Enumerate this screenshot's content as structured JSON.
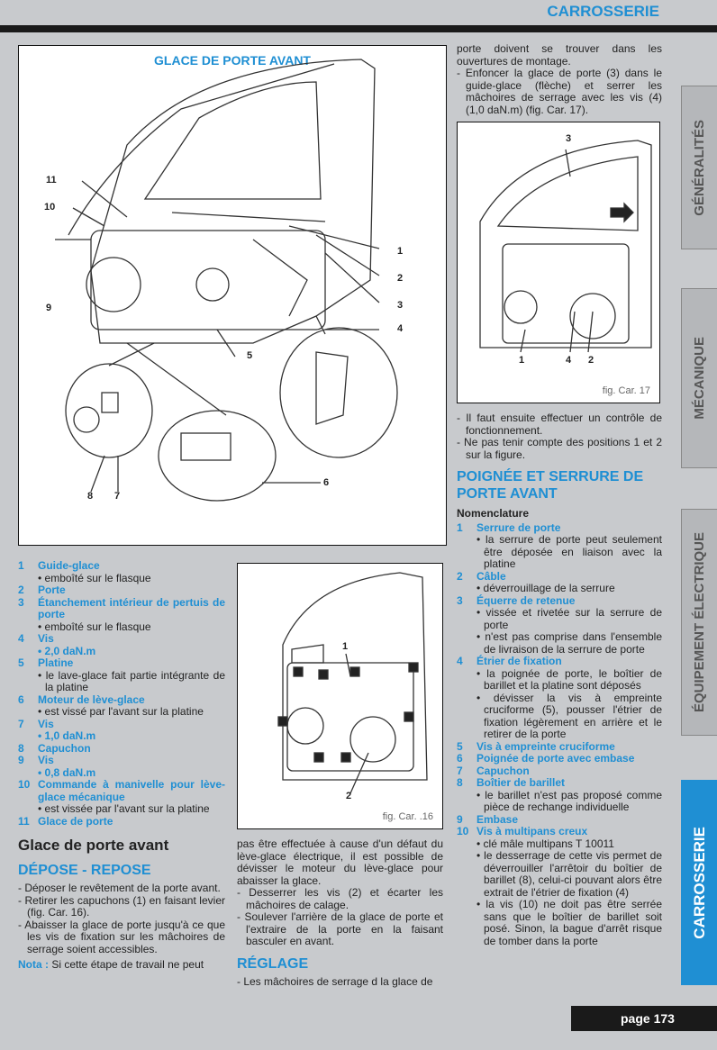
{
  "header": {
    "section": "CARROSSERIE",
    "page": "page 173"
  },
  "tabs": [
    {
      "label": "GÉNÉRALITÉS"
    },
    {
      "label": "MÉCANIQUE"
    },
    {
      "label": "ÉQUIPEMENT ÉLECTRIQUE"
    },
    {
      "label": "CARROSSERIE",
      "active": true
    }
  ],
  "main_figure": {
    "title": "GLACE DE PORTE AVANT",
    "labels": [
      "11",
      "10",
      "9",
      "1",
      "2",
      "3",
      "4",
      "5",
      "6",
      "8",
      "7"
    ]
  },
  "fig16": {
    "caption": "fig. Car. .16",
    "labels": [
      "1",
      "2"
    ]
  },
  "fig17": {
    "caption": "fig. Car. 17",
    "labels": [
      "3",
      "1",
      "4",
      "2"
    ]
  },
  "legend": [
    {
      "n": "1",
      "title": "Guide-glace",
      "notes": [
        "• emboîté sur le flasque"
      ]
    },
    {
      "n": "2",
      "title": "Porte",
      "notes": []
    },
    {
      "n": "3",
      "title": "Étanchement intérieur de pertuis de porte",
      "notes": [
        "• emboîté sur le flasque"
      ]
    },
    {
      "n": "4",
      "title": "Vis",
      "blue_notes": [
        "• 2,0 daN.m"
      ]
    },
    {
      "n": "5",
      "title": "Platine",
      "notes": [
        "• le lave-glace fait partie intégrante de la platine"
      ]
    },
    {
      "n": "6",
      "title": "Moteur de lève-glace",
      "notes": [
        "• est vissé par l'avant sur la platine"
      ]
    },
    {
      "n": "7",
      "title": "Vis",
      "blue_notes": [
        "• 1,0 daN.m"
      ]
    },
    {
      "n": "8",
      "title": "Capuchon"
    },
    {
      "n": "9",
      "title": "Vis",
      "blue_notes": [
        "• 0,8 daN.m"
      ]
    },
    {
      "n": "10",
      "title": "Commande à manivelle pour lève-glace mécanique",
      "notes": [
        "• est vissée par l'avant sur la platine"
      ]
    },
    {
      "n": "11",
      "title": "Glace de porte"
    }
  ],
  "glace": {
    "heading": "Glace de porte avant",
    "depose_heading": "DÉPOSE - REPOSE",
    "steps": [
      "- Déposer le revêtement de la porte avant.",
      "- Retirer les capuchons (1) en faisant levier (fig. Car. 16).",
      "- Abaisser la glace de porte jusqu'à ce que les vis de fixation sur les mâchoires de serrage soient accessibles."
    ],
    "nota_label": "Nota :",
    "nota": " Si cette étape de travail ne peut",
    "col2": [
      "pas être effectuée à cause d'un défaut du lève-glace électrique, il est possible de dévisser le moteur du lève-glace pour abaisser la glace.",
      "- Desserrer les vis (2) et écarter les mâchoires de calage.",
      "- Soulever l'arrière de la glace de porte et l'extraire de la porte en la faisant basculer en avant."
    ],
    "reglage_heading": "RÉGLAGE",
    "reglage": [
      "- Les mâchoires de serrage d la glace de"
    ],
    "col3_top": [
      "porte doivent se trouver dans les ouvertures de montage.",
      "- Enfoncer la glace de porte (3) dans le guide-glace (flèche) et serrer les mâchoires de serrage avec les vis (4) (1,0 daN.m) (fig. Car. 17)."
    ],
    "col3_after": [
      "- Il faut ensuite effectuer un contrôle de fonctionnement.",
      "- Ne pas tenir compte des positions 1 et 2 sur la figure."
    ]
  },
  "poignee": {
    "heading": "POIGNÉE ET SERRURE DE PORTE AVANT",
    "subheading": "Nomenclature",
    "items": [
      {
        "n": "1",
        "title": "Serrure de porte",
        "notes": [
          "• la serrure de porte peut seulement être déposée en liaison avec la platine"
        ]
      },
      {
        "n": "2",
        "title": "Câble",
        "notes": [
          "• déverrouillage de la serrure"
        ]
      },
      {
        "n": "3",
        "title": "Équerre de retenue",
        "notes": [
          "• vissée et rivetée sur la serrure de porte",
          "• n'est pas comprise dans l'ensemble de livraison de la serrure de porte"
        ]
      },
      {
        "n": "4",
        "title": "Étrier de fixation",
        "notes": [
          "• la poignée de porte, le boîtier de barillet et la platine sont déposés",
          "• dévisser la vis à empreinte cruciforme (5), pousser l'étrier de fixation légèrement en arrière et le retirer de la porte"
        ]
      },
      {
        "n": "5",
        "title": "Vis à empreinte cruciforme"
      },
      {
        "n": "6",
        "title": "Poignée de porte avec embase"
      },
      {
        "n": "7",
        "title": "Capuchon"
      },
      {
        "n": "8",
        "title": "Boîtier de barillet",
        "notes": [
          "• le barillet n'est pas proposé comme pièce de rechange individuelle"
        ]
      },
      {
        "n": "9",
        "title": "Embase"
      },
      {
        "n": "10",
        "title": "Vis à multipans creux",
        "notes": [
          "• clé mâle multipans T 10011",
          "• le desserrage de cette vis permet de déverrouiller l'arrêtoir du boîtier de barillet (8), celui-ci pouvant alors être extrait de l'étrier de fixation (4)",
          "• la vis (10) ne doit pas être serrée sans que le boîtier de barillet soit posé. Sinon, la bague d'arrêt risque de tomber dans la porte"
        ]
      }
    ]
  }
}
